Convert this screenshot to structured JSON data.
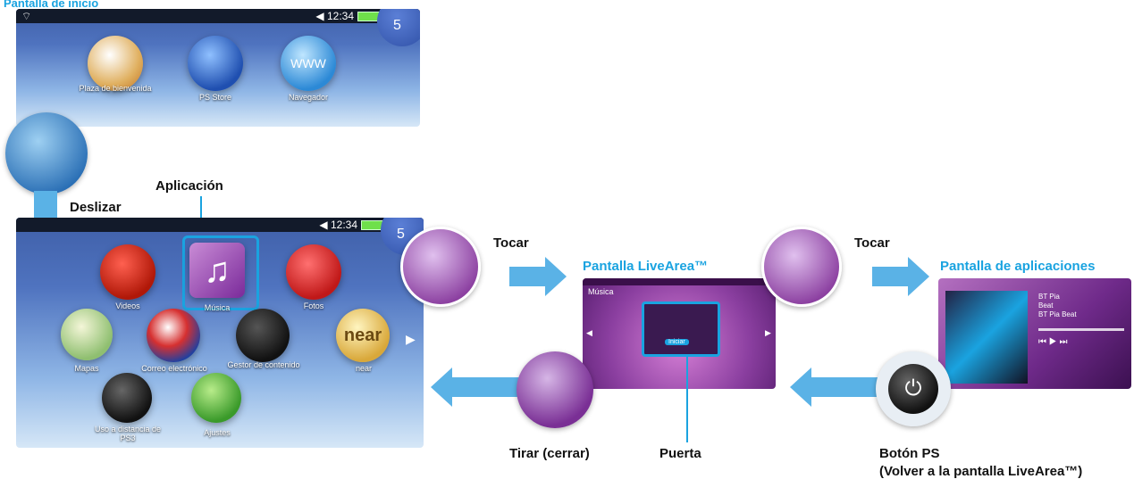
{
  "home_screen_title": "Pantalla de inicio",
  "status": {
    "time": "12:34",
    "page": "5"
  },
  "top_apps": [
    "Plaza de bienvenida",
    "PS Store",
    "Navegador"
  ],
  "labels": {
    "swipe": "Deslizar",
    "application": "Aplicación",
    "tap1": "Tocar",
    "tap2": "Tocar",
    "livearea": "Pantalla LiveArea™",
    "app_screen": "Pantalla de aplicaciones",
    "peel": "Tirar (cerrar)",
    "gate": "Puerta",
    "ps_button": "Botón PS",
    "ps_button_note": "(Volver a la pantalla LiveArea™)"
  },
  "main_apps": {
    "videos": "Videos",
    "music": "Música",
    "photos": "Fotos",
    "maps": "Mapas",
    "email": "Correo electrónico",
    "content_manager": "Gestor de contenido",
    "near": "near",
    "ps3_remote": "Uso a distancia de PS3",
    "settings": "Ajustes"
  },
  "livearea_screen": {
    "title": "Música",
    "start": "Iniciar"
  },
  "app_screen_info": {
    "line1": "BT Pia",
    "line2": "Beat",
    "line3": "BT Pia Beat"
  },
  "colors": {
    "accent": "#1aa3e0",
    "arrow": "#5ab2e6",
    "purple": "#8b3fa0"
  }
}
